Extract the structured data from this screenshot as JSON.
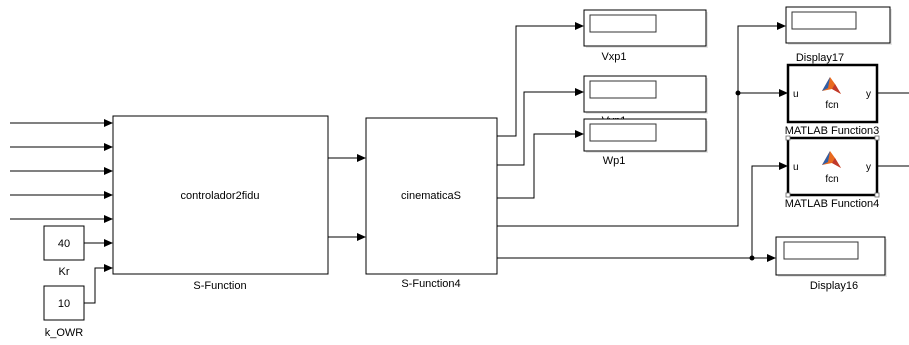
{
  "diagram": {
    "blocks": {
      "controller": {
        "label": "S-Function",
        "inner": "controlador2fidu"
      },
      "kinematics": {
        "label": "S-Function4",
        "inner": "cinematicaS"
      },
      "const_kr": {
        "label": "Kr",
        "value": "40"
      },
      "const_kowr": {
        "label": "k_OWR",
        "value": "10"
      },
      "display_vxp1": {
        "label": "Vxp1"
      },
      "display_vyp1": {
        "label": "Vyp1"
      },
      "display_wp1": {
        "label": "Wp1"
      },
      "display_17": {
        "label": "Display17"
      },
      "display_16": {
        "label": "Display16"
      },
      "matlab_fn3": {
        "label": "MATLAB Function3",
        "inner": "fcn",
        "in_port": "u",
        "out_port": "y"
      },
      "matlab_fn4": {
        "label": "MATLAB Function4",
        "inner": "fcn",
        "in_port": "u",
        "out_port": "y"
      }
    },
    "icons": {
      "matlab_logo": "matlab-membrane-icon"
    },
    "colors": {
      "matlab_orange": "#e86a1f",
      "matlab_blue": "#2f5fa8"
    }
  }
}
